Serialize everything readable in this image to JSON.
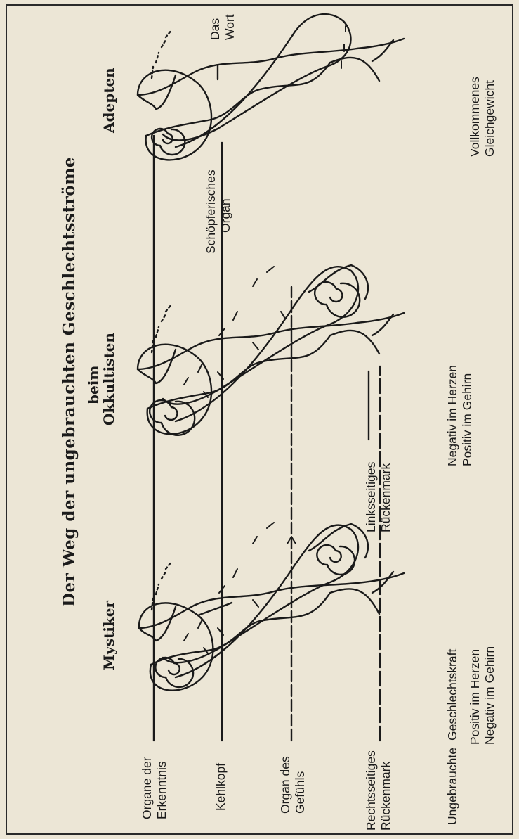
{
  "title": "Der Weg der ungebrauchten Geschlechtsströme",
  "subtitle": "beim",
  "stages": [
    "Mystiker",
    "Okkultisten",
    "Adepten"
  ],
  "left_labels": {
    "organe_erkenntnis": [
      "Organe der",
      "Erkenntnis"
    ],
    "kehlkopf": "Kehlkopf",
    "organ_gefuehls": [
      "Organ des",
      "Gefühls"
    ],
    "rechtsseitiges": [
      "Rechtsseitiges",
      "Rückenmark"
    ],
    "ungebrauchte": "Ungebrauchte"
  },
  "inline_labels": {
    "linksseitiges": [
      "Linksseitiges",
      "Rückenmark"
    ],
    "schoepferisches": [
      "Schöpferisches",
      "Organ"
    ],
    "das_wort": [
      "Das",
      "Wort"
    ]
  },
  "bottom_labels": {
    "geschlechtskraft": "Geschlechtskraft",
    "mystiker": [
      "Positiv im Herzen",
      "Negativ im Gehirn"
    ],
    "okkultisten": [
      "Negativ im Herzen",
      "Positiv im Gehirn"
    ],
    "adepten": [
      "Vollkommenes",
      "Gleichgewicht"
    ]
  }
}
